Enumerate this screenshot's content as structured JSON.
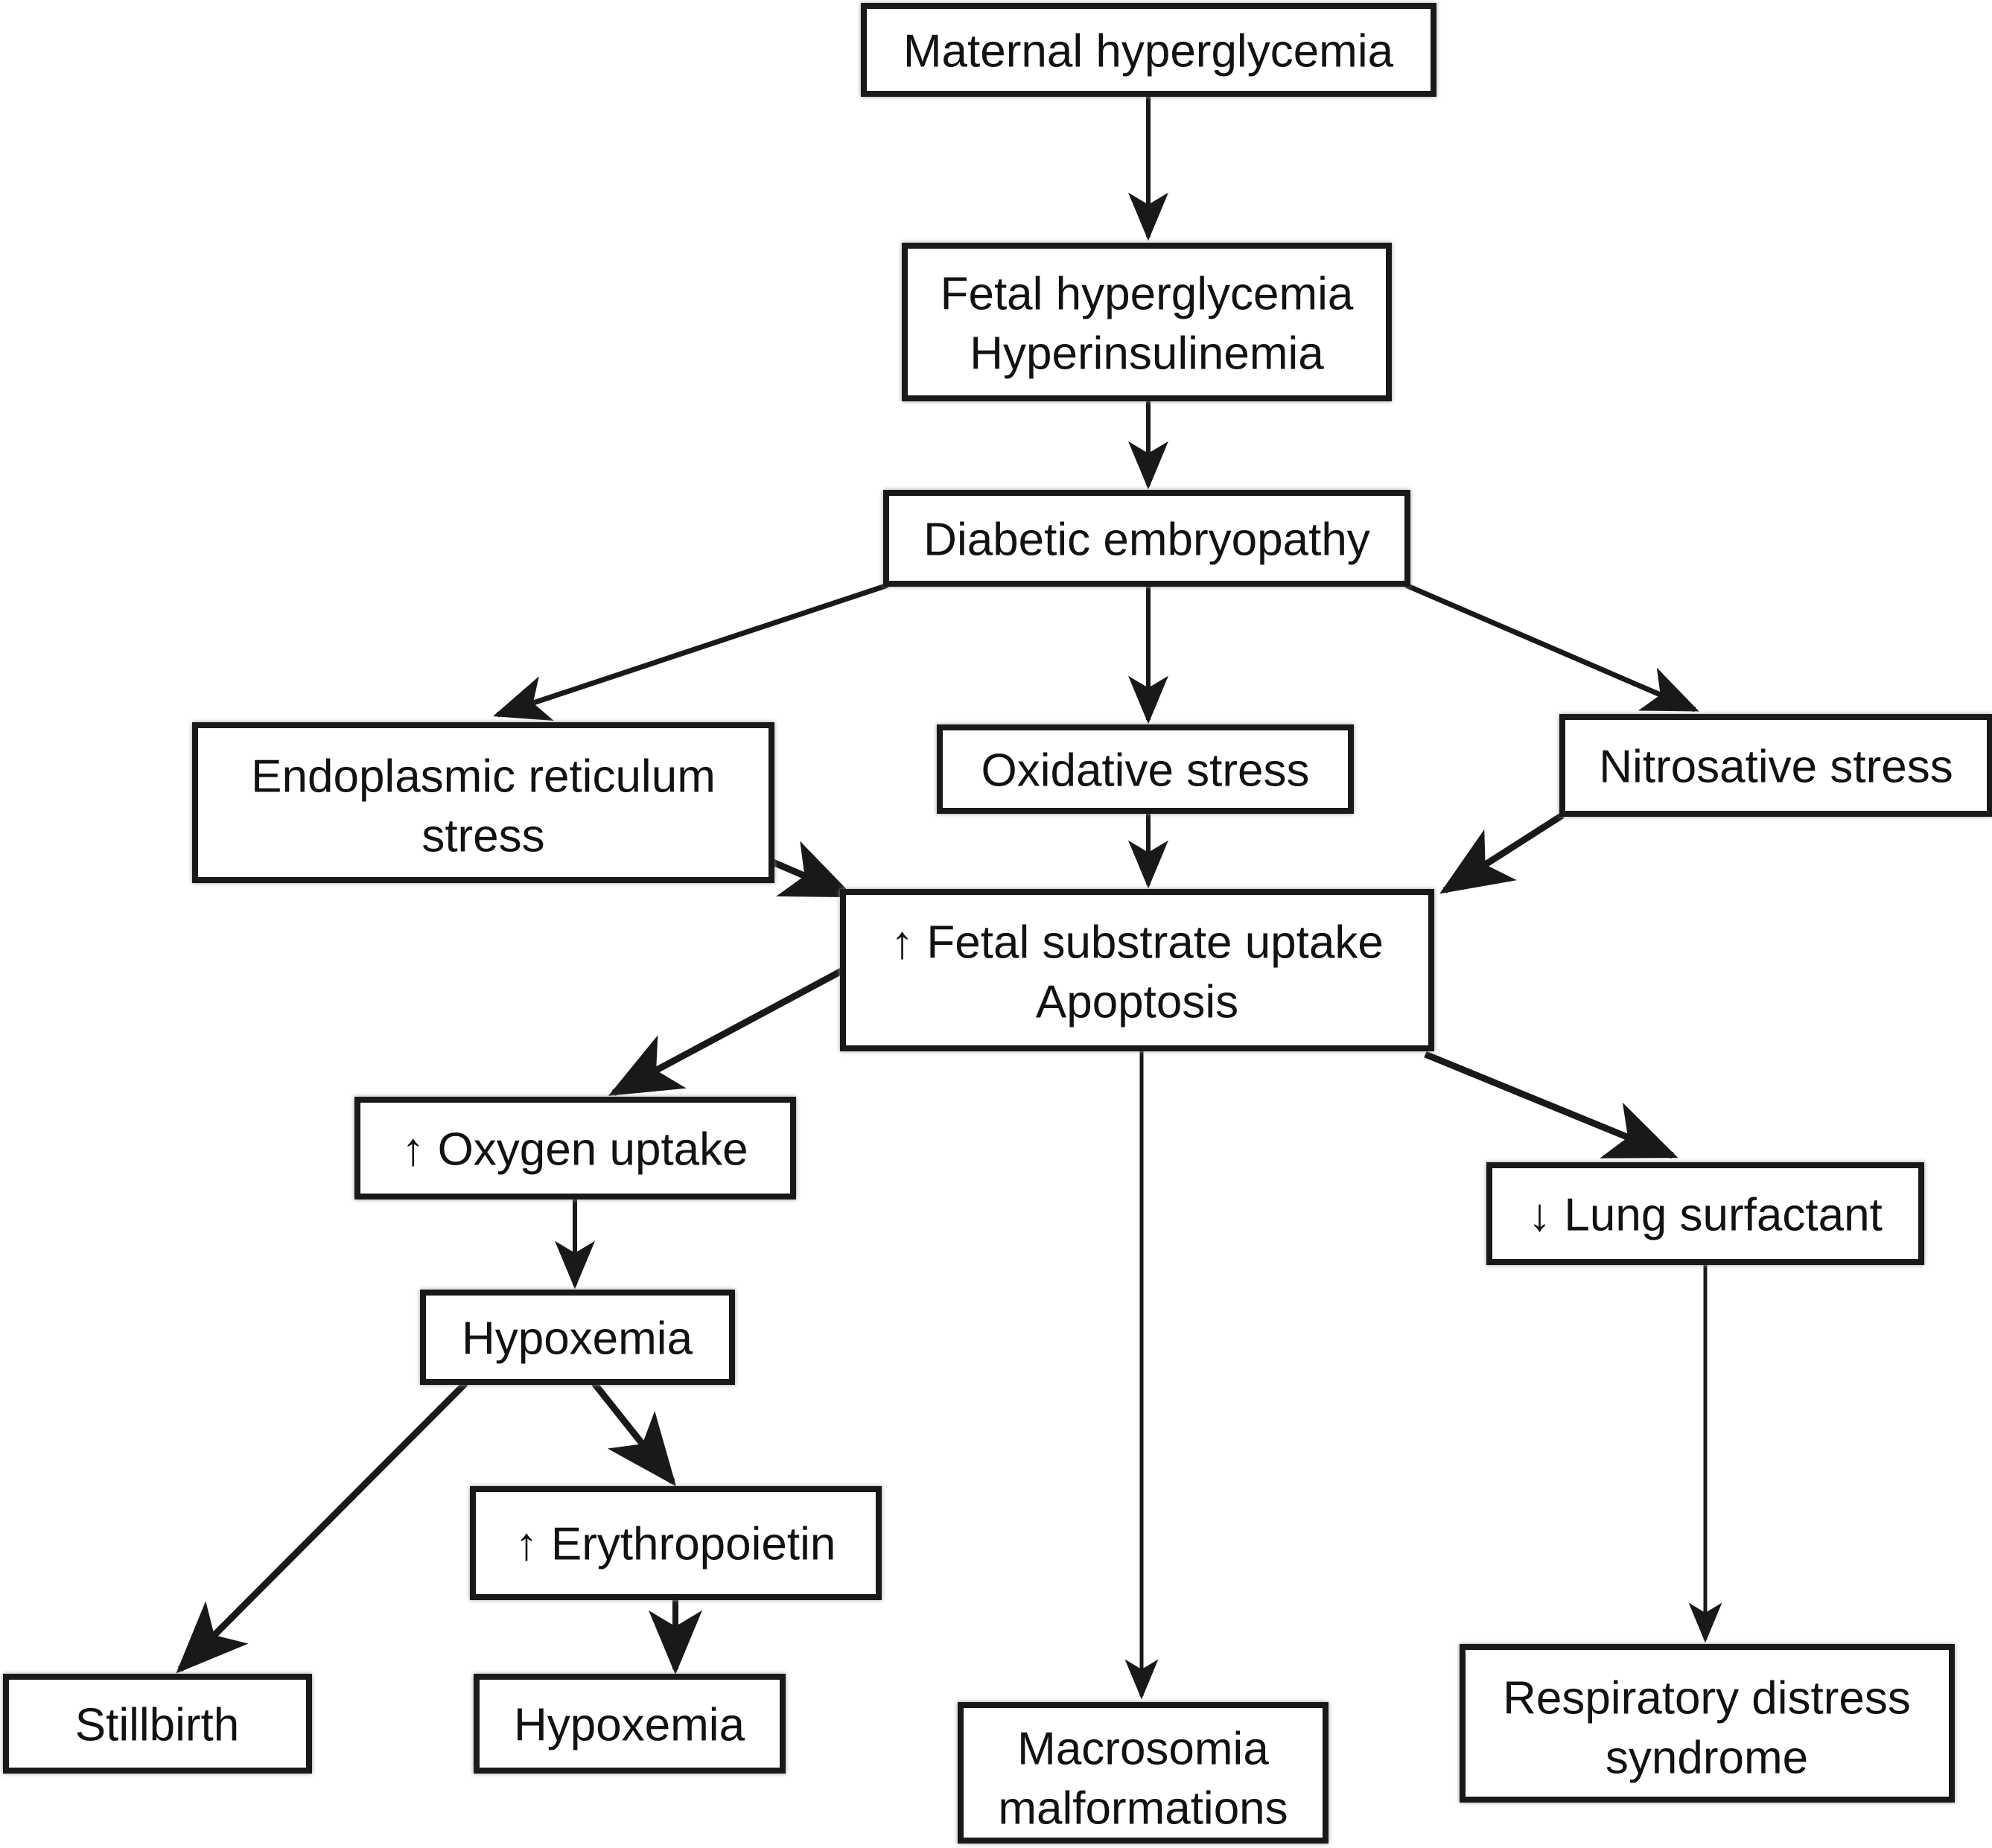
{
  "figure": {
    "background": "#ffffff",
    "box_fill": "#ffffff",
    "line_color": "#191919",
    "text_color": "#121212"
  },
  "nodes": {
    "maternal": {
      "label": "Maternal hyperglycemia"
    },
    "fetal_hyper": {
      "line1": "Fetal hyperglycemia",
      "line2": "Hyperinsulinemia"
    },
    "diabetic": {
      "label": "Diabetic embryopathy"
    },
    "er_stress": {
      "line1": "Endoplasmic reticulum",
      "line2": "stress"
    },
    "oxidative": {
      "label": "Oxidative stress"
    },
    "nitrosative": {
      "label": "Nitrosative stress"
    },
    "fetal_substrate": {
      "line1": "↑ Fetal substrate uptake",
      "line2": "Apoptosis"
    },
    "oxygen_uptake": {
      "label": "↑ Oxygen uptake"
    },
    "hypoxemia_upper": {
      "label": "Hypoxemia"
    },
    "erythropoietin": {
      "label": "↑ Erythropoietin"
    },
    "stillbirth": {
      "label": "Stillbirth"
    },
    "hypoxemia_lower": {
      "label": "Hypoxemia"
    },
    "macrosomia": {
      "line1": "Macrosomia",
      "line2": "malformations"
    },
    "lung_surfactant": {
      "label": "↓ Lung surfactant"
    },
    "rds": {
      "line1": "Respiratory distress",
      "line2": "syndrome"
    }
  },
  "edges": [
    {
      "from": "maternal",
      "to": "fetal_hyper"
    },
    {
      "from": "fetal_hyper",
      "to": "diabetic"
    },
    {
      "from": "diabetic",
      "to": "er_stress"
    },
    {
      "from": "diabetic",
      "to": "oxidative"
    },
    {
      "from": "diabetic",
      "to": "nitrosative"
    },
    {
      "from": "er_stress",
      "to": "fetal_substrate"
    },
    {
      "from": "oxidative",
      "to": "fetal_substrate"
    },
    {
      "from": "nitrosative",
      "to": "fetal_substrate"
    },
    {
      "from": "fetal_substrate",
      "to": "oxygen_uptake"
    },
    {
      "from": "fetal_substrate",
      "to": "macrosomia"
    },
    {
      "from": "fetal_substrate",
      "to": "lung_surfactant"
    },
    {
      "from": "oxygen_uptake",
      "to": "hypoxemia_upper"
    },
    {
      "from": "hypoxemia_upper",
      "to": "stillbirth"
    },
    {
      "from": "hypoxemia_upper",
      "to": "erythropoietin"
    },
    {
      "from": "erythropoietin",
      "to": "hypoxemia_lower"
    },
    {
      "from": "lung_surfactant",
      "to": "rds"
    }
  ]
}
